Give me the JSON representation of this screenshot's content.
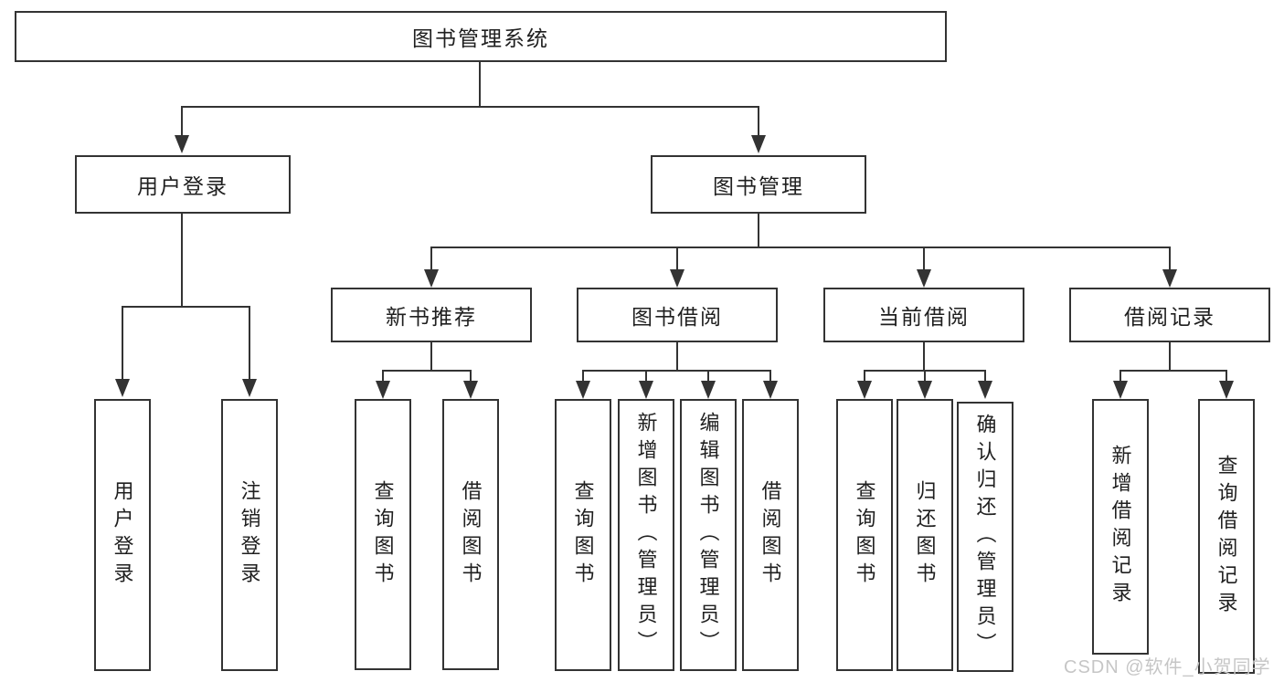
{
  "colors": {
    "line": "#333333",
    "text": "#1f1f1f",
    "bg": "#ffffff",
    "watermark": "#c6c6c6"
  },
  "diagram": {
    "root": {
      "label": "图书管理系统"
    },
    "level2": [
      {
        "label": "用户登录"
      },
      {
        "label": "图书管理"
      }
    ],
    "login_children": [
      {
        "label": "用户登录"
      },
      {
        "label": "注销登录"
      }
    ],
    "modules": [
      {
        "label": "新书推荐",
        "children": [
          {
            "label": "查询图书"
          },
          {
            "label": "借阅图书"
          }
        ]
      },
      {
        "label": "图书借阅",
        "children": [
          {
            "label": "查询图书"
          },
          {
            "label": "新增图书（管理员）"
          },
          {
            "label": "编辑图书（管理员）"
          },
          {
            "label": "借阅图书"
          }
        ]
      },
      {
        "label": "当前借阅",
        "children": [
          {
            "label": "查询图书"
          },
          {
            "label": "归还图书"
          },
          {
            "label": "确认归还（管理员）"
          }
        ]
      },
      {
        "label": "借阅记录",
        "children": [
          {
            "label": "新增借阅记录"
          },
          {
            "label": "查询借阅记录"
          }
        ]
      }
    ],
    "watermark": "CSDN @软件_小贺同学"
  }
}
